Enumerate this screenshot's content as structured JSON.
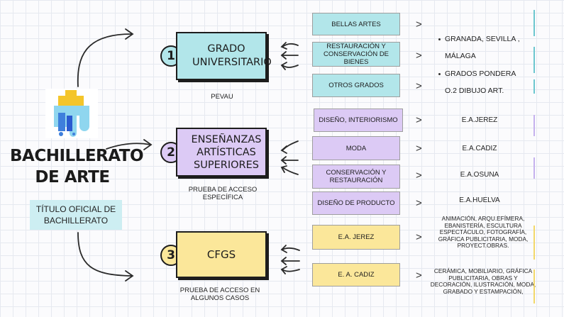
{
  "title": "BACHILLERATO DE ARTE",
  "subtitle": "TÍTULO OFICIAL DE BACHILLERATO",
  "logo_icon": "paint-drip-icon",
  "paths": [
    {
      "number": "1",
      "label": "GRADO UNIVERSITARIO",
      "note": "PEVAU",
      "color": "#b2e6ea",
      "options": [
        "BELLAS ARTES",
        "RESTAURACIÓN Y CONSERVACIÓN DE BIENES",
        "OTROS GRADOS"
      ],
      "bullets": [
        "GRANADA, SEVILLA ,",
        "MÁLAGA",
        "GRADOS PONDERA",
        "O.2 DIBUJO ART."
      ]
    },
    {
      "number": "2",
      "label": "ENSEÑANZAS ARTÍSTICAS SUPERIORES",
      "note": "PRUEBA DE ACCESO ESPECÍFICA",
      "color": "#dccaf5",
      "options": [
        "DISEÑO, INTERIORISMO",
        "MODA",
        "CONSERVACIÓN Y RESTAURACIÓN",
        "DISEÑO DE PRODUCTO"
      ],
      "schools": [
        "E.A.JEREZ",
        "E.A.CADIZ",
        "E.A.OSUNA",
        "E.A.HUELVA"
      ]
    },
    {
      "number": "3",
      "label": "CFGS",
      "note": "PRUEBA DE ACCESO EN ALGUNOS CASOS",
      "color": "#fbe79a",
      "options": [
        "E.A. JEREZ",
        "E. A. CADIZ"
      ],
      "details": [
        "ANIMACIÓN, ARQU.EFÍMERA, EBANISTERÍA, ESCULTURA ESPECTÁCULO, FOTOGRAFÍA, GRÁFICA PUBLICITARIA, MODA, PROYECT.OBRAS.",
        "CERÁMICA, MOBILIARIO, GRÁFICA PUBLICITARIA, OBRAS Y DECORACIÓN, ILUSTRACIÓN, MODA, GRABADO Y ESTAMPACIÓN,"
      ]
    }
  ],
  "arrow_glyph": ">"
}
